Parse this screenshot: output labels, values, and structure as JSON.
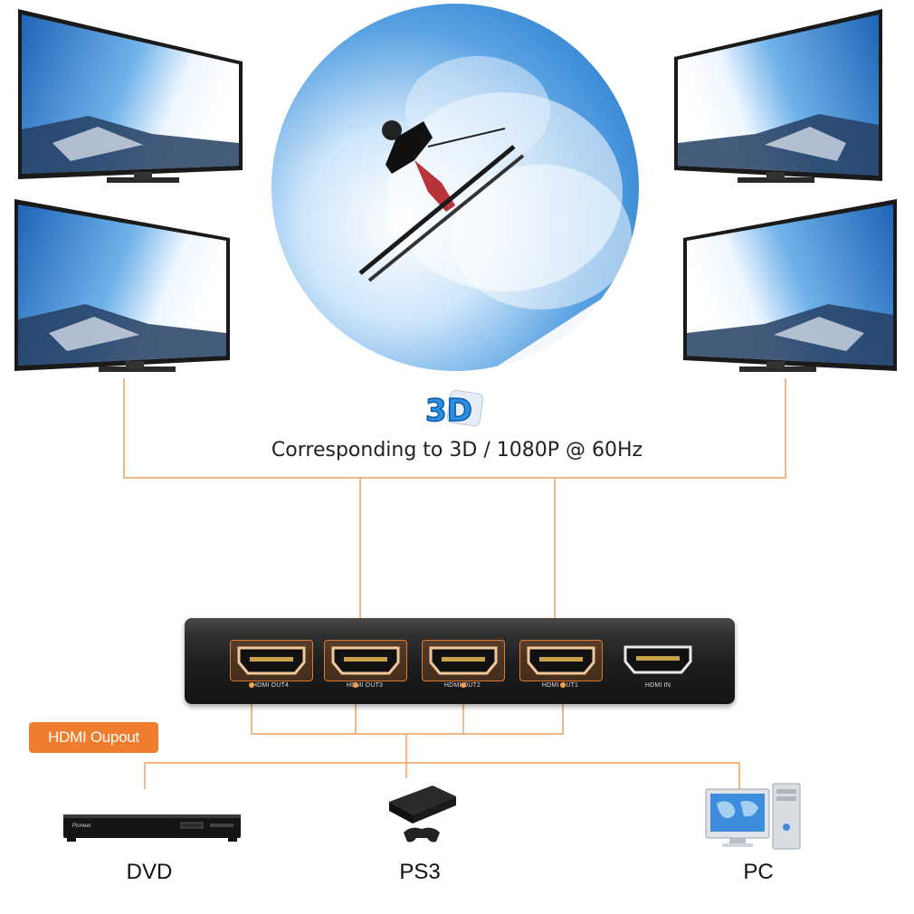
{
  "caption": "Corresponding to 3D / 1080P @ 60Hz",
  "badge_3d": "3D",
  "hub": {
    "ports": [
      {
        "label": "HDMI OUT4",
        "active": true
      },
      {
        "label": "HDMI OUT3",
        "active": true
      },
      {
        "label": "HDMI OUT2",
        "active": true
      },
      {
        "label": "HDMI OUT1",
        "active": true
      },
      {
        "label": "HDMI IN",
        "active": false
      }
    ]
  },
  "output_tag": "HDMI Oupout",
  "devices": [
    {
      "label": "DVD",
      "icon": "dvd-player-icon",
      "brand": "Pioneer"
    },
    {
      "label": "PS3",
      "icon": "game-console-icon"
    },
    {
      "label": "PC",
      "icon": "desktop-computer-icon"
    }
  ],
  "colors": {
    "connector_line": "#f0a060",
    "accent": "#f07c2e",
    "sky": "#3f8ed6"
  }
}
